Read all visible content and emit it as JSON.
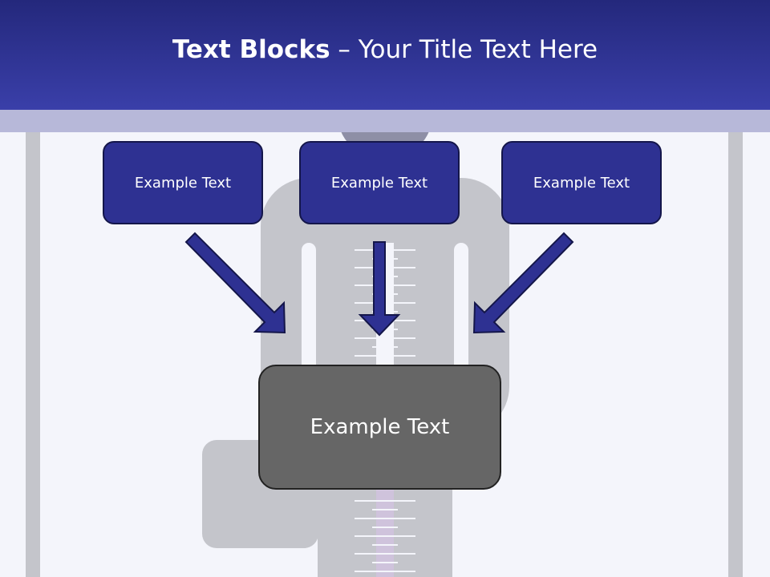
{
  "title": {
    "bold_part": "Text Blocks",
    "separator": " – ",
    "normal_part": "Your Title Text Here"
  },
  "boxes": {
    "left": "Example Text",
    "center": "Example Text",
    "right": "Example Text",
    "main": "Example Text"
  },
  "colors": {
    "title_bar": "#2e3192",
    "box_fill": "#2e3192",
    "main_box_fill": "#666666",
    "silhouette": "#c4c5cb",
    "background": "#f4f5fb"
  }
}
